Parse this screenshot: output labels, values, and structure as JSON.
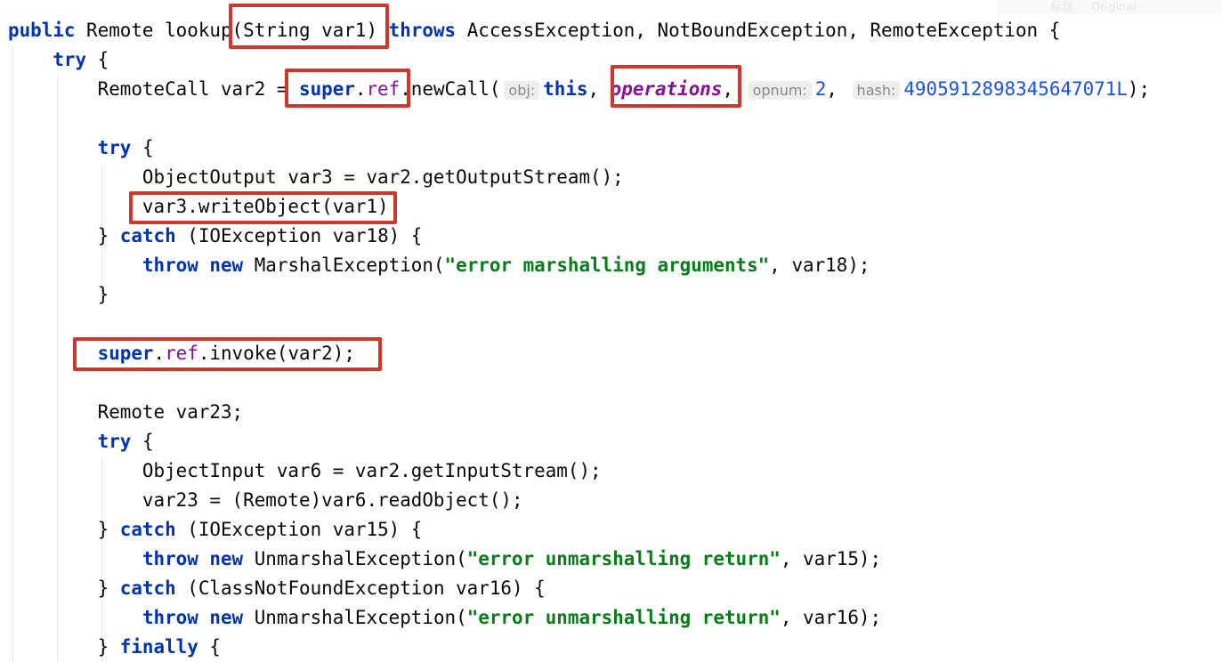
{
  "watermark": {
    "title": "标题",
    "label": "Original"
  },
  "colors": {
    "keyword": "#0033b3",
    "field": "#871094",
    "string": "#067d17",
    "number": "#1750eb",
    "highlight_box": "#d0362a"
  },
  "code_lines": [
    [
      [
        "public ",
        "kw"
      ],
      [
        "Remote lookup(String var1) ",
        ""
      ],
      [
        "throws ",
        "kw"
      ],
      [
        "AccessException, NotBoundException, RemoteException {",
        ""
      ]
    ],
    [
      [
        "    ",
        ""
      ],
      [
        "try ",
        "kw"
      ],
      [
        "{",
        ""
      ]
    ],
    [
      [
        "        RemoteCall var2 = ",
        ""
      ],
      [
        "super",
        "kw"
      ],
      [
        ".",
        ""
      ],
      [
        "ref",
        "fld"
      ],
      [
        ".newCall(",
        ""
      ],
      [
        "obj:",
        "hint"
      ],
      [
        "this",
        "kw"
      ],
      [
        ", ",
        ""
      ],
      [
        "operations",
        "fldi"
      ],
      [
        ", ",
        ""
      ],
      [
        "opnum:",
        "hint"
      ],
      [
        "2",
        "num"
      ],
      [
        ", ",
        ""
      ],
      [
        "hash:",
        "hint"
      ],
      [
        "4905912898345647071L",
        "num"
      ],
      [
        ");",
        ""
      ]
    ],
    [],
    [
      [
        "        ",
        ""
      ],
      [
        "try ",
        "kw"
      ],
      [
        "{",
        ""
      ]
    ],
    [
      [
        "            ObjectOutput var3 = var2.getOutputStream();",
        ""
      ]
    ],
    [
      [
        "            var3.writeObject(var1)",
        ""
      ]
    ],
    [
      [
        "        } ",
        ""
      ],
      [
        "catch ",
        "kw"
      ],
      [
        "(IOException var18) {",
        ""
      ]
    ],
    [
      [
        "            ",
        ""
      ],
      [
        "throw new ",
        "kw"
      ],
      [
        "MarshalException(",
        ""
      ],
      [
        "\"error marshalling arguments\"",
        "str"
      ],
      [
        ", var18);",
        ""
      ]
    ],
    [
      [
        "        }",
        ""
      ]
    ],
    [],
    [
      [
        "        ",
        ""
      ],
      [
        "super",
        "kw"
      ],
      [
        ".",
        ""
      ],
      [
        "ref",
        "fld"
      ],
      [
        ".invoke(var2);",
        ""
      ]
    ],
    [],
    [
      [
        "        Remote var23;",
        ""
      ]
    ],
    [
      [
        "        ",
        ""
      ],
      [
        "try ",
        "kw"
      ],
      [
        "{",
        ""
      ]
    ],
    [
      [
        "            ObjectInput var6 = var2.getInputStream();",
        ""
      ]
    ],
    [
      [
        "            var23 = (Remote)var6.readObject();",
        ""
      ]
    ],
    [
      [
        "        } ",
        ""
      ],
      [
        "catch ",
        "kw"
      ],
      [
        "(IOException var15) {",
        ""
      ]
    ],
    [
      [
        "            ",
        ""
      ],
      [
        "throw new ",
        "kw"
      ],
      [
        "UnmarshalException(",
        ""
      ],
      [
        "\"error unmarshalling return\"",
        "str"
      ],
      [
        ", var15);",
        ""
      ]
    ],
    [
      [
        "        } ",
        ""
      ],
      [
        "catch ",
        "kw"
      ],
      [
        "(ClassNotFoundException var16) {",
        ""
      ]
    ],
    [
      [
        "            ",
        ""
      ],
      [
        "throw new ",
        "kw"
      ],
      [
        "UnmarshalException(",
        ""
      ],
      [
        "\"error unmarshalling return\"",
        "str"
      ],
      [
        ", var16);",
        ""
      ]
    ],
    [
      [
        "        } ",
        ""
      ],
      [
        "finally ",
        "kw"
      ],
      [
        "{",
        ""
      ]
    ]
  ]
}
